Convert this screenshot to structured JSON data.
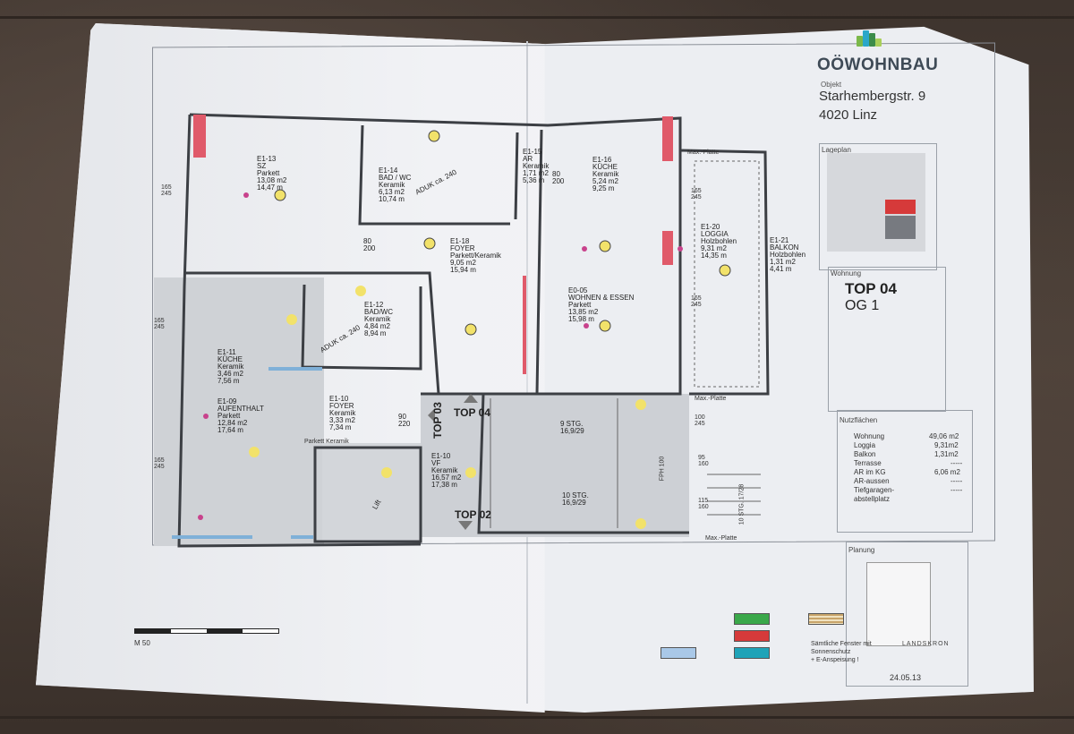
{
  "title_block": {
    "brand": "OÖWOHNBAU",
    "object_label": "Objekt",
    "address_line1": "Starhembergstr. 9",
    "address_line2": "4020 Linz",
    "site_plan_label": "Lageplan",
    "apartment_label": "Wohnung",
    "apartment_top": "TOP 04",
    "apartment_floor": "OG 1",
    "usable_area_label": "Nutzflächen",
    "areas": [
      {
        "name": "Wohnung",
        "value": "49,06 m2"
      },
      {
        "name": "Loggia",
        "value": "9,31m2"
      },
      {
        "name": "Balkon",
        "value": "1,31m2"
      },
      {
        "name": "Terrasse",
        "value": "-----"
      },
      {
        "name": "AR im KG",
        "value": "6,06 m2"
      },
      {
        "name": "AR-aussen",
        "value": "-----"
      },
      {
        "name": "Tiefgaragen-",
        "value": "-----"
      },
      {
        "name": "abstellplatz",
        "value": ""
      }
    ],
    "planning_label": "Planung",
    "architect": "LANDSKRON",
    "date": "24.05.13",
    "logo_colors": [
      "#7bb84a",
      "#2aa7c9",
      "#3c8c4a",
      "#a9cf5a"
    ]
  },
  "rooms": [
    {
      "code": "E1-13",
      "name": "SZ",
      "floor": "Parkett",
      "a": "13,08 m2",
      "b": "14,47 m"
    },
    {
      "code": "E1-14",
      "name": "BAD / WC",
      "floor": "Keramik",
      "a": "6,13 m2",
      "b": "10,74 m"
    },
    {
      "code": "E1-15",
      "name": "AR",
      "floor": "Keramik",
      "a": "1,71 m2",
      "b": "5,36 m"
    },
    {
      "code": "E1-16",
      "name": "KÜCHE",
      "floor": "Keramik",
      "a": "5,24 m2",
      "b": "9,25 m"
    },
    {
      "code": "E1-18",
      "name": "FOYER",
      "floor": "Parkett/Keramik",
      "a": "9,05 m2",
      "b": "15,94 m"
    },
    {
      "code": "E1-20",
      "name": "LOGGIA",
      "floor": "Holzbohlen",
      "a": "9,31 m2",
      "b": "14,35 m"
    },
    {
      "code": "E1-21",
      "name": "BALKON",
      "floor": "Holzbohlen",
      "a": "1,31 m2",
      "b": "4,41 m"
    },
    {
      "code": "E0-05",
      "name": "WOHNEN & ESSEN",
      "floor": "Parkett",
      "a": "13,85 m2",
      "b": "15,98 m"
    },
    {
      "code": "E1-12",
      "name": "BAD/WC",
      "floor": "Keramik",
      "a": "4,84 m2",
      "b": "8,94 m"
    },
    {
      "code": "E1-11",
      "name": "KÜCHE",
      "floor": "Keramik",
      "a": "3,46 m2",
      "b": "7,56 m"
    },
    {
      "code": "E1-09",
      "name": "AUFENTHALT",
      "floor": "Parkett",
      "a": "12,84 m2",
      "b": "17,64 m"
    },
    {
      "code": "E1-10",
      "name": "FOYER",
      "floor": "Keramik",
      "a": "3,33 m2",
      "b": "7,34 m"
    },
    {
      "code": "E1-10",
      "name": "VF",
      "floor": "Keramik",
      "a": "16,57 m2",
      "b": "17,38 m"
    }
  ],
  "plan_text": {
    "top03": "TOP 03",
    "top04": "TOP 04",
    "top02": "TOP 02",
    "stairs1": "9 STG.",
    "stairs1b": "16,9/29",
    "stairs2": "10 STG.",
    "stairs2b": "16,9/29",
    "lift": "Lift",
    "aduk1": "ADUK ca. 240",
    "aduk2": "ADUK ca. 240",
    "parkett_keramik": "Parkett   Keramik",
    "max_platte1": "Max.-Platte",
    "max_platte2": "Max.-Platte",
    "max_platte3": "Max.-Platte",
    "d80": "80",
    "d200": "200",
    "d90": "90",
    "d220": "220",
    "d165a": "165",
    "d245a": "245",
    "d165b": "165",
    "d245b": "245",
    "d165c": "165",
    "d245c": "245",
    "d100": "100",
    "d95": "95",
    "d160": "160",
    "d115": "115",
    "fph": "FPH 100",
    "stg_side": "10 STG.",
    "stg_side_b": "17/28"
  },
  "legend": {
    "note": [
      "Sämtliche Fenster mit",
      "Sonnenschutz",
      "+ E-Anspeisung !"
    ],
    "scale_label": "M 50",
    "swatch_colors": [
      "#3aa84a",
      "#d63a3a",
      "#1fa3b8",
      "#c8a46a",
      "#a9c8e8"
    ]
  }
}
